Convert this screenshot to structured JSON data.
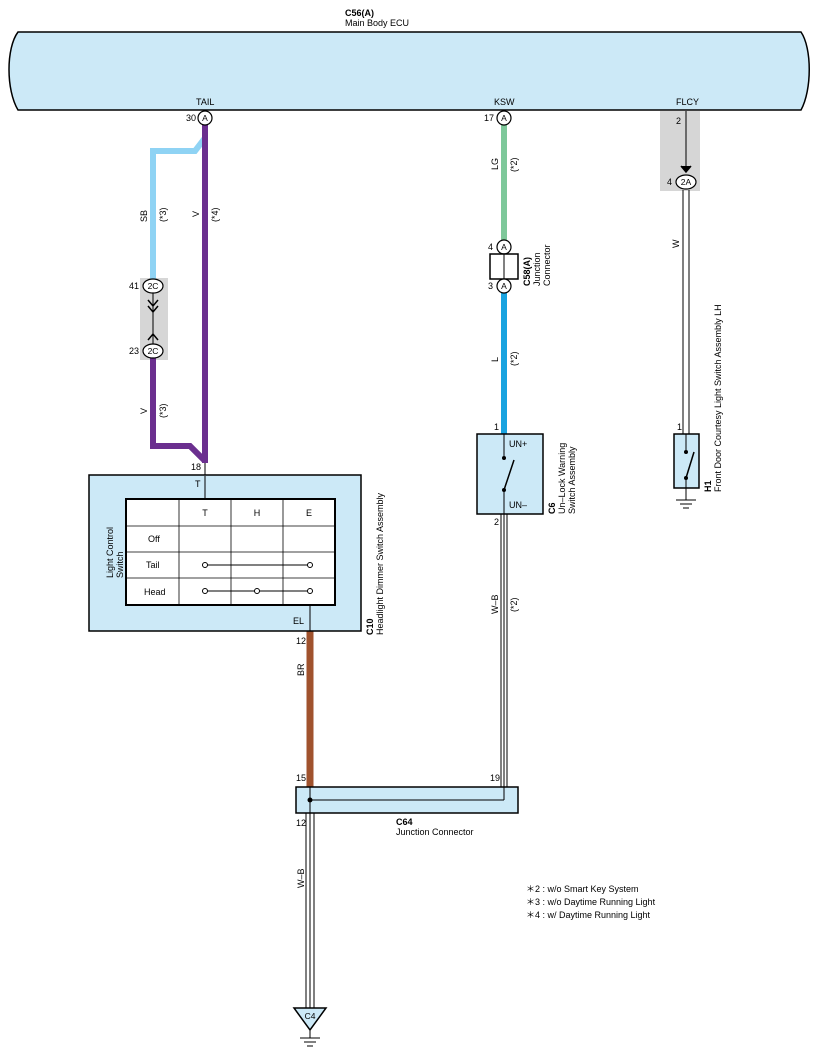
{
  "ecu": {
    "code": "C56(A)",
    "name": "Main Body ECU"
  },
  "ecu_pins": {
    "tail": {
      "label": "TAIL",
      "pin": "30",
      "conn": "A"
    },
    "ksw": {
      "label": "KSW",
      "pin": "17",
      "conn": "A"
    },
    "flcy": {
      "label": "FLCY",
      "pin": "2"
    }
  },
  "wires": {
    "sb": {
      "color_code": "SB",
      "note": "(*3)",
      "hex": "#8fd3f4"
    },
    "v_top": {
      "color_code": "V",
      "note": "(*4)",
      "hex": "#6b2f8f"
    },
    "v_low": {
      "color_code": "V",
      "note": "(*3)",
      "hex": "#6b2f8f"
    },
    "lg": {
      "color_code": "LG",
      "note": "(*2)",
      "hex": "#7ec89a"
    },
    "l": {
      "color_code": "L",
      "note": "(*2)",
      "hex": "#19a3e0"
    },
    "w": {
      "color_code": "W",
      "hex": "#ffffff"
    },
    "wb_right": {
      "color_code": "W–B",
      "note": "(*2)"
    },
    "br": {
      "color_code": "BR",
      "hex": "#a0522d"
    },
    "wb_bottom": {
      "color_code": "W–B"
    }
  },
  "connector_2c": {
    "code": "2C",
    "pin_top": "41",
    "pin_bottom": "23"
  },
  "connector_2a": {
    "code": "2A",
    "pin": "4"
  },
  "junction_c58": {
    "code": "C58(A)",
    "name_line1": "Junction",
    "name_line2": "Connector",
    "pin_top": "4",
    "pin_bottom": "3",
    "conn": "A"
  },
  "switch_c6": {
    "code": "C6",
    "name_line1": "Un–Lock Warning",
    "name_line2": "Switch Assembly",
    "pin_top": "1",
    "pin_bottom": "2",
    "term_top": "UN+",
    "term_bottom": "UN–"
  },
  "switch_h1": {
    "code": "H1",
    "name": "Front Door Courtesy Light Switch Assembly LH",
    "pin": "1"
  },
  "switch_c10": {
    "code": "C10",
    "name": "Headlight Dimmer Switch Assembly",
    "pin_t": "18",
    "term_t": "T",
    "pin_el": "12",
    "term_el": "EL",
    "side_label_line1": "Light Control",
    "side_label_line2": "Switch",
    "table": {
      "columns": [
        "T",
        "H",
        "E"
      ],
      "rows": [
        "Off",
        "Tail",
        "Head"
      ]
    }
  },
  "junction_c64": {
    "code": "C64",
    "name": "Junction Connector",
    "pin_left_top": "15",
    "pin_right_top": "19",
    "pin_left_bottom": "12"
  },
  "ground_c4": {
    "code": "C4"
  },
  "notes": [
    "＊2 : w/o Smart Key System",
    "＊3 : w/o Daytime Running Light",
    "＊4 : w/ Daytime Running Light"
  ],
  "colors": {
    "box_fill": "#cce9f7",
    "shade": "#d6d6d6",
    "ink": "#000000"
  }
}
